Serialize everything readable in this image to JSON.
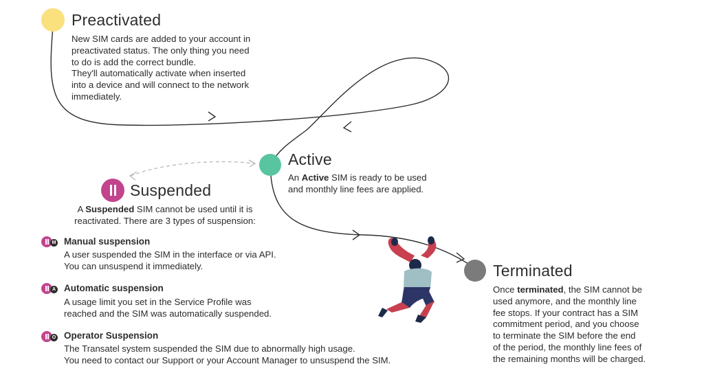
{
  "states": {
    "preactivated": {
      "title": "Preactivated",
      "lines": [
        "New SIM cards are added to your account in",
        "preactivated status. The only thing you need",
        "to do is add the correct bundle.",
        "They'll automatically activate when inserted",
        "into a device and will connect to the network",
        "immediately."
      ],
      "color": "#fbe07e"
    },
    "active": {
      "title": "Active",
      "line1_pre": "An ",
      "line1_bold": "Active",
      "line1_post": " SIM is ready  to be used",
      "line2": "and monthly line fees are applied.",
      "color": "#58c4a0"
    },
    "suspended": {
      "title": "Suspended",
      "line1_pre": "A ",
      "line1_bold": "Suspended",
      "line1_post": " SIM cannot be used until it is",
      "line2": "reactivated. There are 3 types of suspension:",
      "color": "#c2448d",
      "icon": "pause-icon"
    },
    "terminated": {
      "title": "Terminated",
      "line1_pre": "Once ",
      "line1_bold": "terminated",
      "line1_post": ", the SIM cannot be",
      "lines": [
        "used anymore, and the monthly line",
        "fee stops. If your contract has a SIM",
        "commitment period, and you choose",
        "to terminate the SIM before the end",
        "of the period, the monthly line fees of",
        "the remaining months will be charged."
      ],
      "color": "#7b7b7b"
    }
  },
  "suspension_types": [
    {
      "letter": "M",
      "title": "Manual suspension",
      "lines": [
        "A user suspended the SIM in the interface or via API.",
        "You can unsuspend it immediately."
      ]
    },
    {
      "letter": "A",
      "title": "Automatic suspension",
      "lines": [
        "A usage limit you set in the Service Profile was",
        "reached and the SIM was automatically suspended."
      ]
    },
    {
      "letter": "O",
      "title": "Operator Suspension",
      "lines": [
        "The Transatel system suspended the SIM due to abnormally high usage.",
        "You need to contact our Support or your Account Manager to unsuspend the SIM."
      ]
    }
  ],
  "colors": {
    "text": "#2b2b2b",
    "path": "#2e2e2e",
    "dashed": "#b8b8b8",
    "person_arms": "#c8404f",
    "person_shirt": "#9fbfc4",
    "person_pants": "#2c3566"
  }
}
